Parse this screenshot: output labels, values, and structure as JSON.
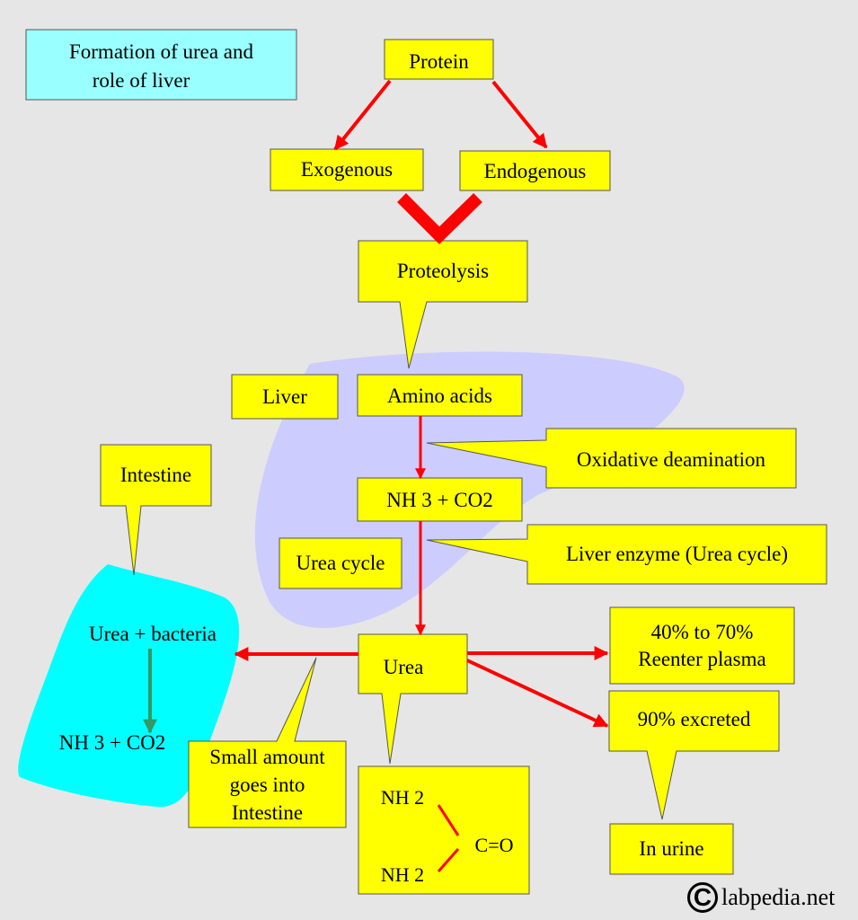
{
  "title": {
    "line1": "Formation of urea and",
    "line2": "role of liver"
  },
  "nodes": {
    "protein": "Protein",
    "exogenous": "Exogenous",
    "endogenous": "Endogenous",
    "proteolysis": "Proteolysis",
    "liver": "Liver",
    "amino_acids": "Amino acids",
    "oxidative_deamination": "Oxidative deamination",
    "nh3_co2": "NH 3 + CO2",
    "urea_cycle": "Urea cycle",
    "liver_enzyme": "Liver enzyme (Urea cycle)",
    "intestine": "Intestine",
    "urea_bacteria": "Urea + bacteria",
    "intestine_nh3_co2": "NH 3 + CO2",
    "urea": "Urea",
    "reenter_line1": "40% to 70%",
    "reenter_line2": "Reenter plasma",
    "excreted": "90% excreted",
    "small_line1": "Small amount",
    "small_line2": "goes into",
    "small_line3": "Intestine",
    "structure_nh2_top": "NH 2",
    "structure_nh2_bottom": "NH 2",
    "structure_co": "C=O",
    "in_urine": "In urine"
  },
  "watermark": {
    "symbol": "C",
    "text": "labpedia.net"
  },
  "colors": {
    "background": "#e6e6e6",
    "box_fill": "#ffff00",
    "title_fill": "#99ffff",
    "liver_region": "#ccccff",
    "intestine_region": "#00ffff",
    "arrow": "#ff0000",
    "intestine_arrow": "#339966"
  }
}
